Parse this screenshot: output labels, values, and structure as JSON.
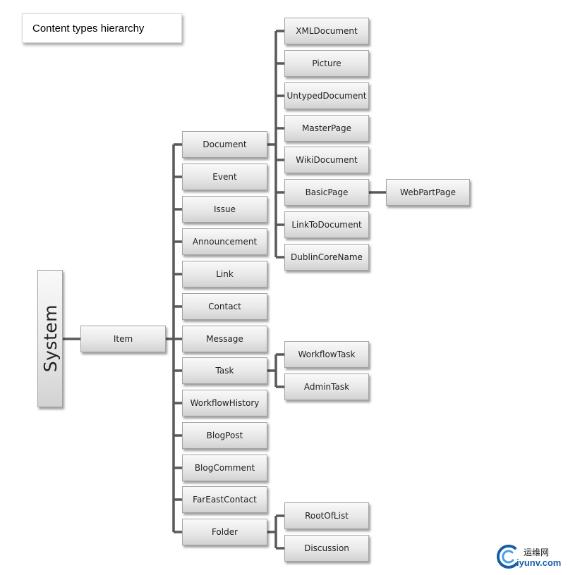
{
  "title": "Content types hierarchy",
  "root": "System",
  "item": "Item",
  "level1": [
    "Document",
    "Event",
    "Issue",
    "Announcement",
    "Link",
    "Contact",
    "Message",
    "Task",
    "WorkflowHistory",
    "BlogPost",
    "BlogComment",
    "FarEastContact",
    "Folder"
  ],
  "document_children": [
    "XMLDocument",
    "Picture",
    "UntypedDocument",
    "MasterPage",
    "WikiDocument",
    "BasicPage",
    "LinkToDocument",
    "DublinCoreName"
  ],
  "basicpage_child": "WebPartPage",
  "task_children": [
    "WorkflowTask",
    "AdminTask"
  ],
  "folder_children": [
    "RootOfList",
    "Discussion"
  ],
  "watermark": {
    "cn": "运维网",
    "en": "iyunv.com"
  },
  "colors": {
    "node_fill_top": "#f9f9f9",
    "node_fill_bottom": "#d2d2d2",
    "connector": "#595959",
    "watermark_blue": "#1a5fa6"
  }
}
